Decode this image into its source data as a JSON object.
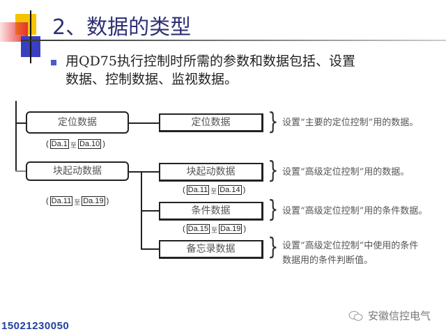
{
  "slide": {
    "title": "2、数据的类型",
    "body_lines": [
      "用QD75执行控制时所需的参数和数据包括、设置",
      "数据、控制数据、监视数据。"
    ]
  },
  "diagram": {
    "left_boxes": [
      {
        "label": "定位数据",
        "range": {
          "from": "Da.1",
          "to_word": "至",
          "to": "Da.10"
        }
      },
      {
        "label": "块起动数据",
        "range": {
          "from": "Da.11",
          "to_word": "至",
          "to": "Da.19"
        }
      }
    ],
    "right_boxes": [
      {
        "label": "定位数据",
        "desc": [
          "设置“主要的定位控制”用的数据。"
        ]
      },
      {
        "label": "块起动数据",
        "range": {
          "from": "Da.11",
          "to_word": "至",
          "to": "Da.14"
        },
        "desc": [
          "设置“高级定位控制”用的数据。"
        ]
      },
      {
        "label": "条件数据",
        "range": {
          "from": "Da.15",
          "to_word": "至",
          "to": "Da.19"
        },
        "desc": [
          "设置“高级定位控制”用的条件数据。"
        ]
      },
      {
        "label": "备忘录数据",
        "desc": [
          "设置“高级定位控制”中使用的条件",
          "数据用的条件判断值。"
        ]
      }
    ]
  },
  "watermark": "安徽信控电气",
  "footer": "15021230050"
}
